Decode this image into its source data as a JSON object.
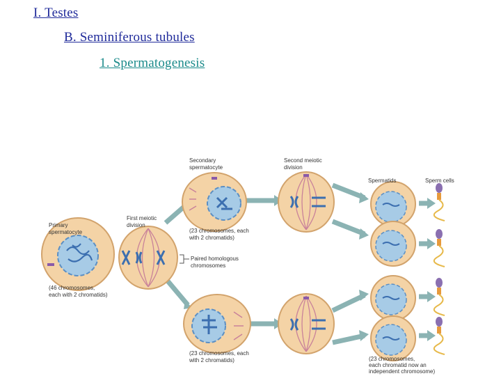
{
  "outline": {
    "level1": "I.  Testes",
    "level2": "B.  Seminiferous tubules",
    "level3": "1.  Spermatogenesis"
  },
  "diagram": {
    "labels": {
      "primary": [
        "Primary",
        "spermatocyte"
      ],
      "primary_note": [
        "(46 chromosomes,",
        "each with 2 chromatids)"
      ],
      "first_division": [
        "First meiotic",
        "division"
      ],
      "paired": [
        "Paired homologous",
        "chromosomes"
      ],
      "secondary": [
        "Secondary",
        "spermatocyte"
      ],
      "secondary_note_top": [
        "(23 chromosomes, each",
        "with 2 chromatids)"
      ],
      "secondary_note_bottom": [
        "(23 chromosomes, each",
        "with 2 chromatids)"
      ],
      "second_division": [
        "Second meiotic",
        "division"
      ],
      "spermatids": "Spermatids",
      "sperm_cells": "Sperm cells",
      "final_note": [
        "(23 chromosomes,",
        "each chromatid now an",
        "independent chromosome)"
      ]
    },
    "colors": {
      "cell_fill": "#f4d3a6",
      "cell_stroke": "#d2a36c",
      "nucleus_fill": "#a7cbe6",
      "nucleus_stroke": "#5b8fc4",
      "chromosome": "#3c6fb0",
      "spindle": "#c9829a",
      "centrosome": "#8a5aa8",
      "arrow": "#8bb3b3",
      "sperm_head": "#8a6fb0",
      "sperm_midpiece": "#e79a3c",
      "sperm_tail": "#e7b94a"
    }
  }
}
